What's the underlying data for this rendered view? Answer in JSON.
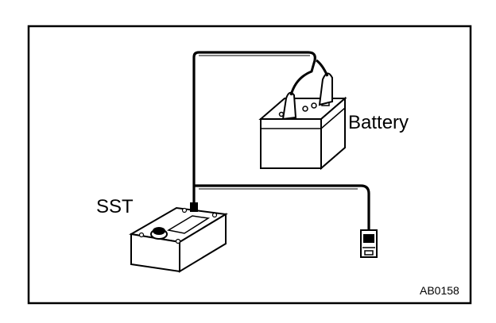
{
  "diagram": {
    "labels": {
      "battery": "Battery",
      "sst": "SST",
      "figure_code": "AB0158"
    },
    "colors": {
      "ink": "#000000",
      "paper": "#ffffff"
    },
    "icons": [
      "battery-icon",
      "sst-tester-icon",
      "connector-plug-icon",
      "clamp-icon"
    ]
  }
}
